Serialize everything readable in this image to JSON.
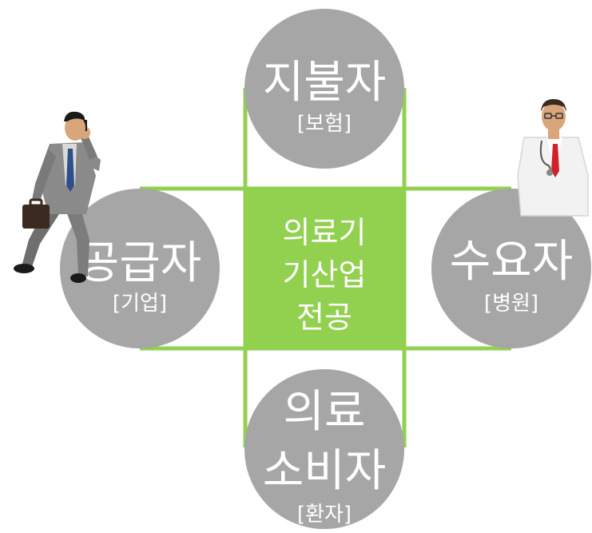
{
  "center": {
    "lines": [
      "의료기",
      "기산업",
      "전공"
    ]
  },
  "nodes": {
    "top": {
      "title": "지불자",
      "subtitle": "[보험]"
    },
    "left": {
      "title": "공급자",
      "subtitle": "[기업]"
    },
    "right": {
      "title": "수요자",
      "subtitle": "[병원]"
    },
    "bottom": {
      "title_lines": [
        "의료",
        "소비자"
      ],
      "subtitle": "[환자]"
    }
  },
  "figures": {
    "left": "businessman-icon",
    "right": "doctor-icon"
  },
  "colors": {
    "green": "#92D050",
    "gray": "#A6A6A6",
    "text": "#ffffff",
    "suit": "#8a8a8a",
    "tie": "#2e4f8a",
    "doctor_coat": "#f2f2f2",
    "doctor_tie": "#d0202a"
  }
}
